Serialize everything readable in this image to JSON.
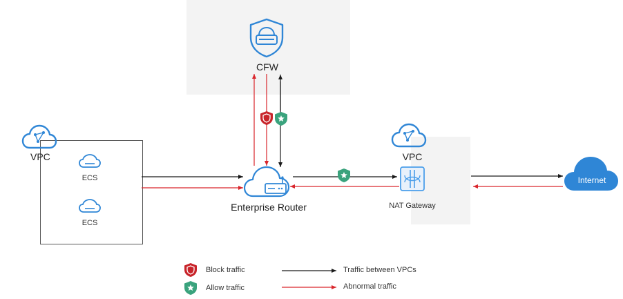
{
  "nodes": {
    "cfw": {
      "label": "CFW"
    },
    "vpc_left": {
      "label": "VPC"
    },
    "ecs_1": {
      "label": "ECS"
    },
    "ecs_2": {
      "label": "ECS"
    },
    "enterprise_router": {
      "label": "Enterprise Router"
    },
    "vpc_right": {
      "label": "VPC"
    },
    "nat_gateway": {
      "label": "NAT Gateway"
    },
    "internet": {
      "label": "Internet"
    }
  },
  "legend": {
    "block": "Block traffic",
    "allow": "Allow traffic",
    "normal": "Traffic between VPCs",
    "abnormal": "Abnormal traffic"
  },
  "colors": {
    "primary_blue": "#2f86d6",
    "light_blue": "#4a9eea",
    "arrow_black": "#1a1a1a",
    "arrow_red": "#d9262c",
    "block_red": "#c8242a",
    "allow_green": "#3aa37d",
    "panel_gray": "#f3f3f3"
  }
}
